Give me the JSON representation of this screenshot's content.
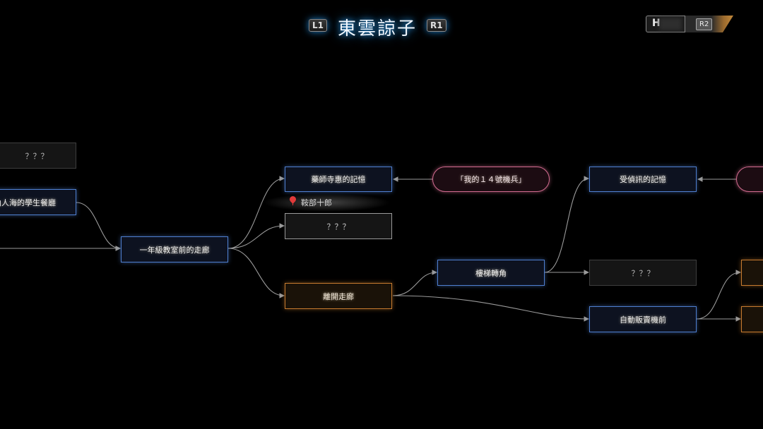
{
  "header": {
    "title": "東雲諒子",
    "left_shoulder": "L1",
    "right_shoulder": "R1",
    "pager_left_label": "H",
    "pager_right_label": "R2"
  },
  "marker": {
    "label": "鞍部十郎"
  },
  "nodes": {
    "unknown_top_left": "？？？",
    "cafeteria": "山人海的學生餐廳",
    "corridor": "一年級教室前的走廊",
    "yakushiji_memory": "藥師寺惠的記憶",
    "unknown_mid": "？？？",
    "leave_corridor": "離開走廊",
    "unit14": "「我的１４號機兵」",
    "stairs_corner": "樓梯轉角",
    "interrogated_memory": "受偵訊的記憶",
    "unknown_right": "？？？",
    "vending_machine": "自動販賣機前"
  },
  "colors": {
    "title_glow": "#2a8fd6",
    "node_blue_border": "#4f7fd0",
    "node_orange_border": "#c77b2f",
    "node_pink_border": "#d06a8e",
    "node_gray_border": "#3e3e3e",
    "connector": "#9a9a9a",
    "location_pin": "#e23a3a"
  }
}
